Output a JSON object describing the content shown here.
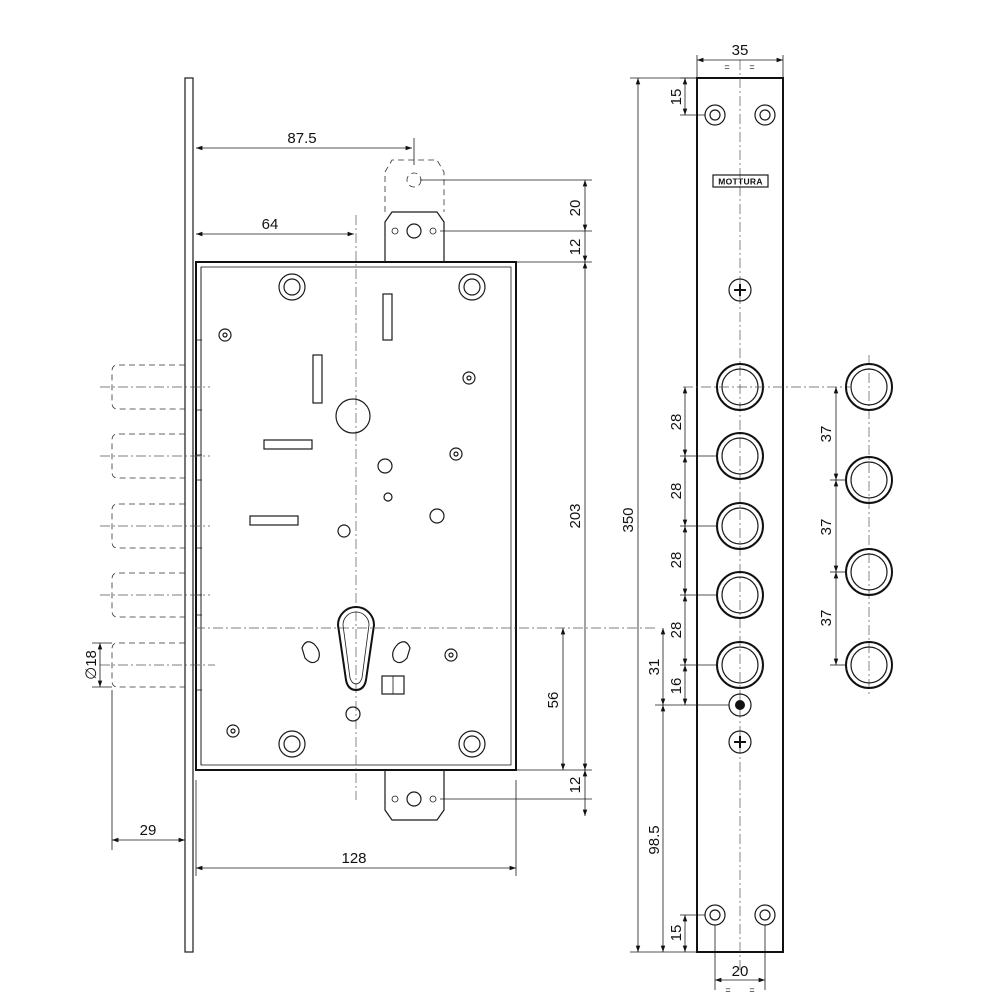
{
  "brand_label": "MOTTURA",
  "dimensions": {
    "backset_to_top_bolt": "87.5",
    "backset": "64",
    "upper_bolt_extension": "20",
    "top_tab": "12",
    "case_height": "203",
    "cylinder_to_bottom": "56",
    "bottom_tab": "12",
    "case_depth": "128",
    "bolt_throw": "29",
    "bolt_diameter": "∅18",
    "faceplate_width": "35",
    "faceplate_top_hole": "15",
    "faceplate_length": "350",
    "bolt_spacing_1": "28",
    "bolt_spacing_2": "28",
    "bolt_spacing_3": "28",
    "bolt_spacing_4": "28",
    "last_bolt_to_cylinder": "31",
    "cylinder_to_screw": "16",
    "screw_to_bottom_hole": "98.5",
    "faceplate_bottom_hole": "15",
    "hole_spacing": "20",
    "alt_bolt_spacing_1": "37",
    "alt_bolt_spacing_2": "37",
    "alt_bolt_spacing_3": "37",
    "symmetry_mark": "="
  }
}
